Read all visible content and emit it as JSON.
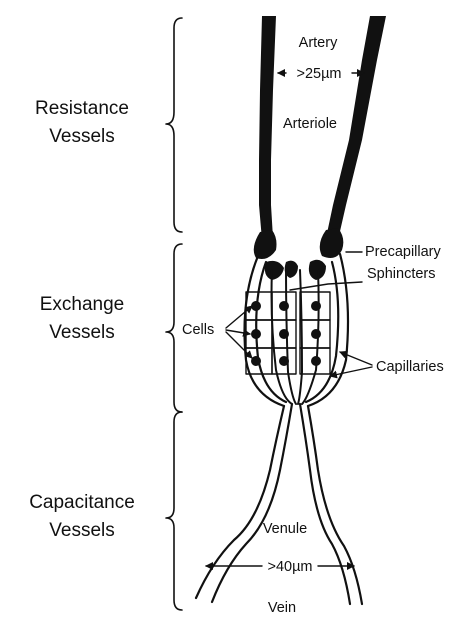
{
  "groups": {
    "resistance": {
      "line1": "Resistance",
      "line2": "Vessels"
    },
    "exchange": {
      "line1": "Exchange",
      "line2": "Vessels"
    },
    "capacitance": {
      "line1": "Capacitance",
      "line2": "Vessels"
    }
  },
  "labels": {
    "artery": "Artery",
    "artery_width": ">25µm",
    "arteriole": "Arteriole",
    "precapillary_line1": "Precapillary",
    "precapillary_line2": "Sphincters",
    "cells": "Cells",
    "capillaries": "Capillaries",
    "venule": "Venule",
    "venule_width": ">40µm",
    "vein": "Vein"
  }
}
